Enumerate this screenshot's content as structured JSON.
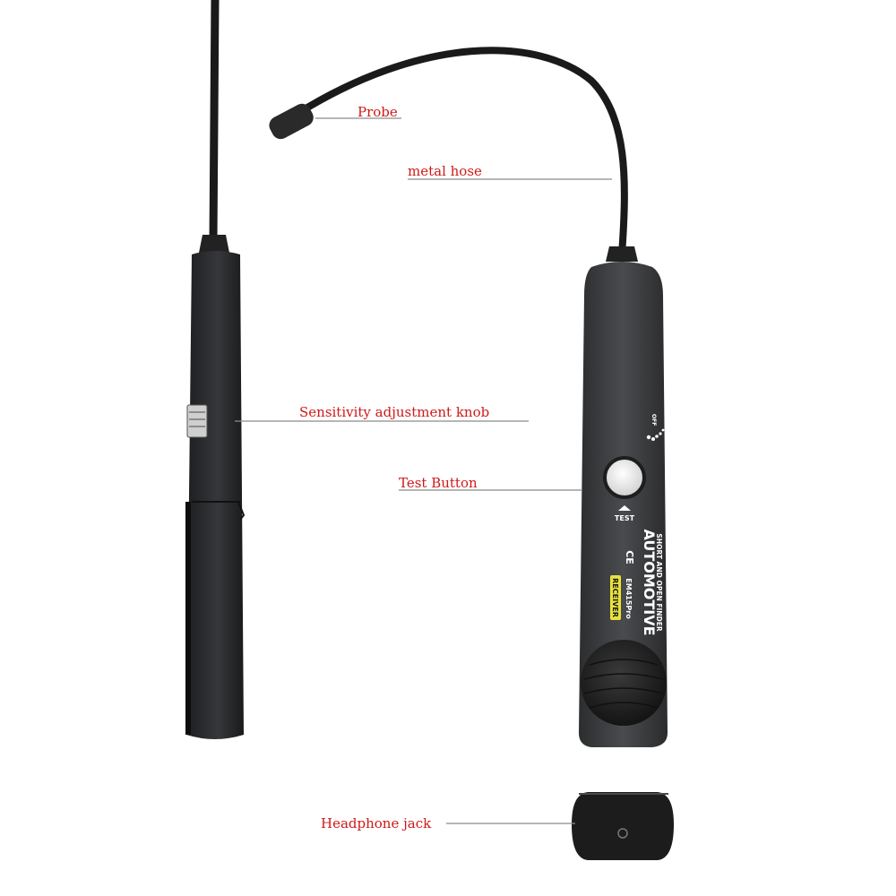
{
  "callouts": {
    "probe": "Probe",
    "metal_hose": "metal hose",
    "sensitivity_knob": "Sensitivity adjustment knob",
    "test_button": "Test Button",
    "headphone_jack": "Headphone jack"
  },
  "device": {
    "brand_line": "AUTOMOTIVE",
    "sub_line": "SHORT AND OPEN FINDER",
    "model": "EM415Pro",
    "badge": "RECEIVER",
    "test_label": "TEST",
    "ce_mark": "CE",
    "off_label": "OFF"
  },
  "colors": {
    "label_red": "#d01818",
    "body_dark": "#3a3b3d",
    "badge_yellow": "#e8e23a"
  }
}
